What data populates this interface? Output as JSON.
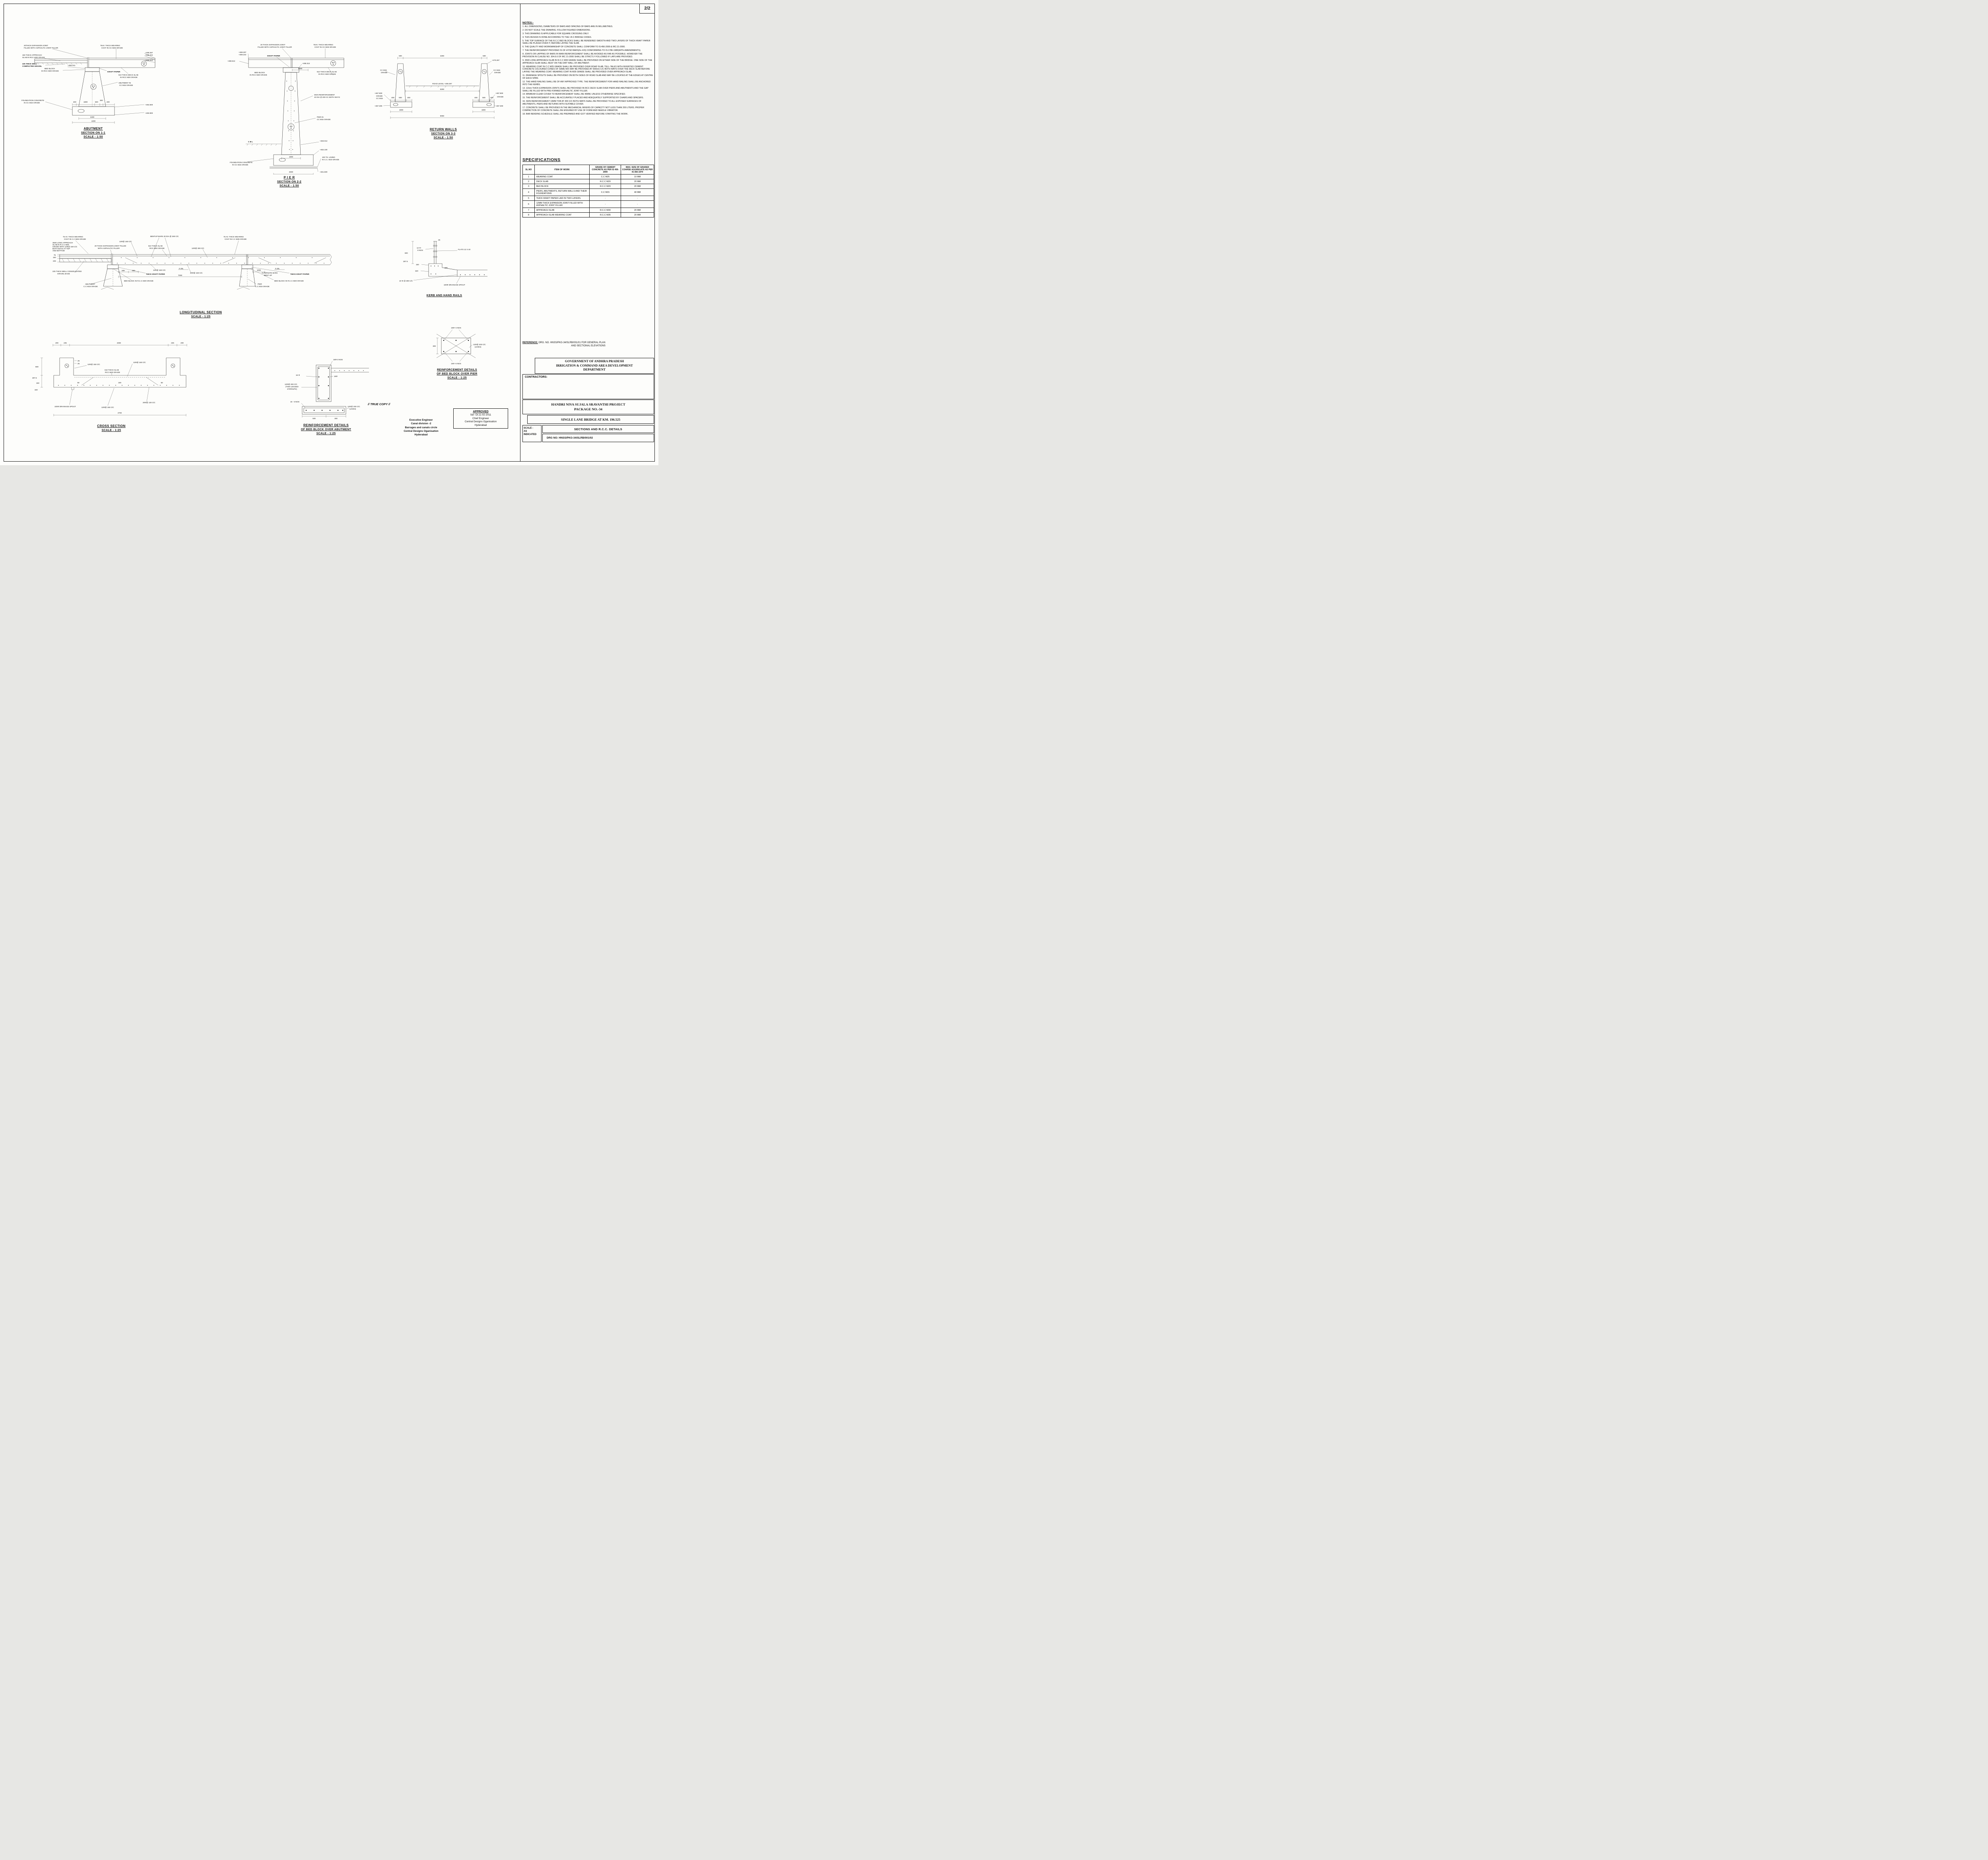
{
  "page_number": "2/2",
  "notes": {
    "title": "NOTES:-",
    "items": [
      "1. ALL DIMENSIONS, DIAMETERS OF BARS AND SPACING OF BARS ARE IN MILLIMETRES.",
      "2. DO NOT SCALE THE DRAWING. FOLLOW FIGURED DIMENSIONS.",
      "3. THIS DRAWING IS APPLICABLE FOR SQUARE CROSSING ONLY.",
      "4. THIS DESIGN IS DONE ACCORDING TO THE I.R.C BRIDGE CODES.",
      "5. THE TOP SURFACE OF THE R.C.C BED BLOCKS SHALL BE RENDERED SMOOTH AND TWO LAYERS OF THICK KRAFT PAPER SHALL BE PLACED OVER IT, BEFORE LAYING THE SLAB.",
      "6. THE QUALITY AND WORKMANSHIP OF CONCRETE SHALL CONFORM TO IS:456-2000 & IRC:21-2000.",
      "7. THE REINFORCEMENT PROVIDED IS OF HYSD BARS(Fe 415) CONFORMING TO IS:1786-1985(WITH AMENDMENTS).",
      "8. JOINTS OR LAPPING OF BARS IN MAIN REINFORCEMENT SHALL BE AVOIDED AS FAR AS POSSIBLE. HOWEVER THE PROVISION IN CLAUSE NO. 304.6.6 OF IRC 21-2000 SHALL BE STRICTLY FOLLOWED IF LAPS ARE PROVIDED.",
      "9. 3500 LONG APPROACH SLAB IN R.C.C M30 GRADE SHALL BE PROVIDED ON EITHER SIDE OF THE BRIDGE. ONE SIDE OF THE APPROACH SLAB SHALL REST ON THE DIRT WALL OF ABUTMENT.",
      "10. WEARING COAT IN C.C M25 GRADE SHALL BE PROVIDED OVER ROAD SLAB. TELL-TALES WITH INVERTED CEMENT CONCRETE COLOURED CONES OF SAME MIX MAY BE PROVIDED AT 600mm C/C BOTH WAYS OVER THE DECK SLAB BEFORE LAYING THE WEARING COAT. WEARING COAT IN M35 GRADE SHALL BE PROVIDED OVER APPROACH SLAB.",
      "11. DRAINAGE SPOUTS SHALL BE PROVIDED ON BOTH SIDES OF ROAD SLAB AND MAY BE LOCATED AT THE EDGES AT CENTRE OF EACH SPAN.",
      "12. THE HAND RAILING SHALL BE OF ANY APPROVED TYPE. THE REINFORCEMENT FOR HAND RAILING SHALL BE ANCHORED INTO THE KERBS.",
      "13. 12mm THICK EXPANSION JOINTS SHALL BE PROVIDED IN RCC DECK SLAB OVER PIERS AND ABUTMENTS AND THE GAP SHALL BE FILLED WITH PRE-FORMED ASPHALTIC JOINT FILLER.",
      "14. MINIMUM CLEAR COVER TO REINFORCEMENT SHALL BE 40MM, UNLESS OTHERWISE SPECIFIED.",
      "15. THE REINFORCEMENT SHALL BE ACCURATELY PLACED AND ADEQUATELY SUPPORTED BY CHAIRS AND SPACERS.",
      "16. SKIN REINFORCEMENT 10MM TOR AT 200 C/C BOTH WAYS SHALL BE PROVIDED TO ALL EXPOSED SURFACES OF ABUTMENTS, PIERS AND RETURNS WITH SUITABLE COVER.",
      "17. CONCRETE SHALL BE PROVIDED IN THE MECHANICAL MIXERS OF CAPACITY NOT LESS THAN 200 LITERS. PROPER COMPACTION OF CONCRETE SHALL BE ENSURED BY USE OF FORM AND NEEDLE VIBRATOR.",
      "18. BAR BENDING SCHEDULE SHALL BE PREPARED AND GOT VERIFIED BEFORE STARTING THE WORK."
    ]
  },
  "specifications": {
    "title": "SPECIFICATIONS",
    "columns": [
      "SL.NO",
      "ITEM OF WORK",
      "GRADE OF CEMENT CONCRETE AS PER IS 456-2000",
      "MAX. SIZE OF GRADED COARSE AGGREGATE AS PER IS 383-1970"
    ],
    "rows": [
      [
        "1",
        "WEARING COAT",
        "C.C M25",
        "10 MM"
      ],
      [
        "2",
        "DECK SLAB",
        "R.C.C M20",
        "20 MM"
      ],
      [
        "3",
        "BED BLOCK",
        "R.C.C M20",
        "20 MM"
      ],
      [
        "4",
        "PIERS, ABUTMENTS, RETURN WALLS AND THEIR FOUNDATIONS",
        "C.C M15",
        "40 MM"
      ],
      [
        "5",
        "THICK KRAFT PAPER LAID IN TWO LAYERS.",
        "-",
        "-"
      ],
      [
        "6",
        "12MM THICK EXPANSION JOINT FILLED WITH ASPHALTIC JOINT FILLER",
        "-",
        "-"
      ],
      [
        "7",
        "APPROACH SLAB",
        "R.C.C M30",
        "20 MM"
      ],
      [
        "8",
        "APPROACH SLAB WEARING COAT",
        "R.C.C M35",
        "20 MM"
      ]
    ]
  },
  "reference": {
    "label": "REFERENCE:",
    "line1": "DRG. NO.  HNSS/PKG-34/SLRB/001/01  FOR GENERAL PLAN",
    "line2": "AND SECTIONAL ELEVATIONS"
  },
  "title_block": {
    "government_lines": [
      "GOVERNMENT OF ANDHRA PRADESH",
      "IRRIGATION & COMMAND AREA DEVELOPMENT",
      "DEPARTMENT"
    ],
    "contractors": "CONTRACTORS:",
    "project_lines": [
      "HANDRI NIVA SUJALA SRAVANTHI  PROJECT",
      "PACKAGE NO.-34"
    ],
    "bridge": "SINGLE LANE BRIDGE AT KM. 196.525",
    "scale_lines": [
      "SCALE :",
      "AS",
      "INDICATED"
    ],
    "sheet_title": "SECTIONS AND R.C.C. DETAILS",
    "drg_no": "DRG NO: HNSS/PKG-34/SLRB/001/02"
  },
  "approval": {
    "true_copy": "//  TRUE COPY  //",
    "approved_title": "APPROVED",
    "approved_lines": [
      "Sd/-  Dt.11-02-2011",
      "Chief Engineer",
      "Central Designs Oganisation",
      "Hyderabad"
    ],
    "executive_lines": [
      "Executive Engineer",
      "Canal division -2",
      "Barrages and canals circle",
      "Central Designs Oganisation",
      "Hyderabad"
    ]
  },
  "sections": {
    "abutment": {
      "title": "ABUTMENT",
      "subtitle": "SECTION ON 1-1",
      "scale": "SCALE - 1:50",
      "labels": [
        "20THICK EXPANSION JOINT",
        "FILLED WITH ASPHALTIC JOINT FILLER",
        "75AV. THICK WEARING",
        "COAT IN CC M25 GRADE",
        "+469.297",
        "+469.222",
        "+468.612",
        "150 THICK APPROACH",
        "SLAB IN RCC M30 GRADE",
        "225 THICK WELL",
        "COMPACTED GRAVEL",
        "BED BLOCK",
        "IN RCC M20 GRADE",
        "+468.312",
        "KRAFT PAPER",
        "610 THICK DECK SLAB",
        "IN RCC M20 GRADE",
        "ABUTMENT IN",
        "CC M15 GRADE",
        "+464.500",
        "+463.900",
        "FOUNDATION CONCRETE",
        "IN CC M15 GRADE",
        "400",
        "1800",
        "500",
        "300",
        "400",
        "3400",
        "4200"
      ]
    },
    "pier": {
      "title": "P I E R",
      "subtitle": "SECTION ON 2-2",
      "scale": "SCALE - 1:50",
      "labels": [
        "20 THICK EXPANSION JOINT",
        "FILLED WITH ASPHALTIC JOINT FILLER",
        "75AV. THICK WEARING",
        "COAT IN CC M25 GRADE",
        "+469.297",
        "+469.222",
        "+468.612",
        "KRAFT PAPER",
        "+468.312",
        "1000",
        "BED BLOCK",
        "IN RCC M20 GRADE",
        "610 THICK DECK SLAB",
        "IN RCC M20 GRADE",
        "SKIN REINFORCEMENT",
        "10 DIA @ 200 CC BOTH WAYS",
        "PIER IN",
        "CC M15 GRADE",
        "C B L",
        "+463.012",
        "+462.100",
        "100 TH. LINING",
        "IN C.C. M10 GRADE",
        "FOUNDATION CONCRETE",
        "IN CC M15 GRADE",
        "1800",
        "2600",
        "+461.500"
      ]
    },
    "return_walls": {
      "title": "RETURN WALLS",
      "subtitle": "SECTION ON 3-3",
      "scale": "SCALE - 1:50",
      "labels": [
        "500",
        "4250",
        "500",
        "+470.297",
        "CC M15",
        "GRADE",
        "CC M15",
        "GRADE",
        "ROAD LEVEL +469.297",
        "5250",
        "400",
        "500",
        "400",
        "400",
        "500",
        "400",
        "+467.900",
        "GRADE",
        "CC M15",
        "+467.300",
        "+467.900",
        "GRADE",
        "+467.300",
        "1800",
        "1800",
        "6050"
      ]
    },
    "longitudinal": {
      "title": "LONGITUDINAL SECTION",
      "scale": "SCALE - 1:25",
      "labels": [
        "75 AV. THICK WEARING",
        "COAT IN C.C M25 GRADE",
        "3500 LONG APPROACH",
        "SLAB IN R.C.C M30",
        "GRADE WITH 12Φ@ 150 C/C",
        "BOTH WAYS AT TOP",
        "AND BOTTOM",
        "BENTUP BARS 20 DIA @ 260 C/C",
        "12Φ@ 150 C/C",
        "75 AV. THICK WEARING",
        "COAT IN C.C M25 GRADE",
        "20 THICK EXPANSION JOINT FILLED",
        "WITH ASPHALTIC FILLER",
        "610 THICK SLAB",
        "RCC M20 GRADE",
        "12Φ@ 300 C/C",
        "75",
        "150",
        "225",
        "225 THICK WELL CONSOLIDATED",
        "GRAVEL BASE",
        "500",
        "500",
        "0.15L",
        "12Φ@ 150 C/C",
        "7000",
        "0.15L",
        "20Φ@ 150 C/C",
        "ALTERNATE BARS",
        "BENT UP",
        "1000",
        "THICK KRAFT PAPER",
        "THICK KRAFT PAPER",
        "BED BLOCK IN R.C.C M20 GRADE",
        "BED BLOCK IN R.C.C M20 GRADE",
        "ABUTMENT",
        "C.C M15 GRADE",
        "PIER",
        "C.C M15 GRADE"
      ]
    },
    "kerb": {
      "title": "KERB AND HAND RAILS",
      "labels": [
        "600",
        "25",
        "12 Φ -",
        "8 NOS",
        "287.5",
        "FLATS 12 X 40",
        "150",
        "320",
        "200",
        "10 Φ @ 300 C/C",
        "100Φ DRAINAGE SPOUT"
      ]
    },
    "bb_pier": {
      "title": "REINFORCEMENT DETAILS",
      "subtitle": "OF BED BLOCK OVER PIER",
      "scale": "SCALE - 1:25",
      "labels": [
        "16Φ- 5 NOS",
        "12Φ@ 200 C/C",
        "(LINKS)",
        "300",
        "16Φ -5 NOS"
      ]
    },
    "cross": {
      "title": "CROSS SECTION",
      "scale": "SCALE - 1:25",
      "labels": [
        "200",
        "225",
        "4250",
        "225",
        "200",
        "600",
        "25",
        "25",
        "287.5",
        "150",
        "320",
        "12Φ@ 150 C/C",
        "12Φ@ 150 C/C",
        "610 THICK SLAB",
        "RCC M20 GRADE",
        "50",
        "100",
        "50",
        "100Φ DRAINAGE SPOUT",
        "12Φ@ 150 C/C",
        "20Φ@ 130 C/C",
        "4700"
      ]
    },
    "bb_abutment": {
      "title": "REINFORCEMENT DETAILS",
      "subtitle": "OF BED BLOCK OVER ABUTMENT",
      "scale": "SCALE - 1:25",
      "labels": [
        "16Φ-3 NOS",
        "16 Φ",
        "16Φ",
        "12Φ@ 200 C/C",
        "(TWO LEGGED",
        "STIRRUPS)",
        "16 - 5 NOS",
        "500",
        "300",
        "12Φ@ 200 C/C",
        "(LINKS)"
      ]
    }
  }
}
